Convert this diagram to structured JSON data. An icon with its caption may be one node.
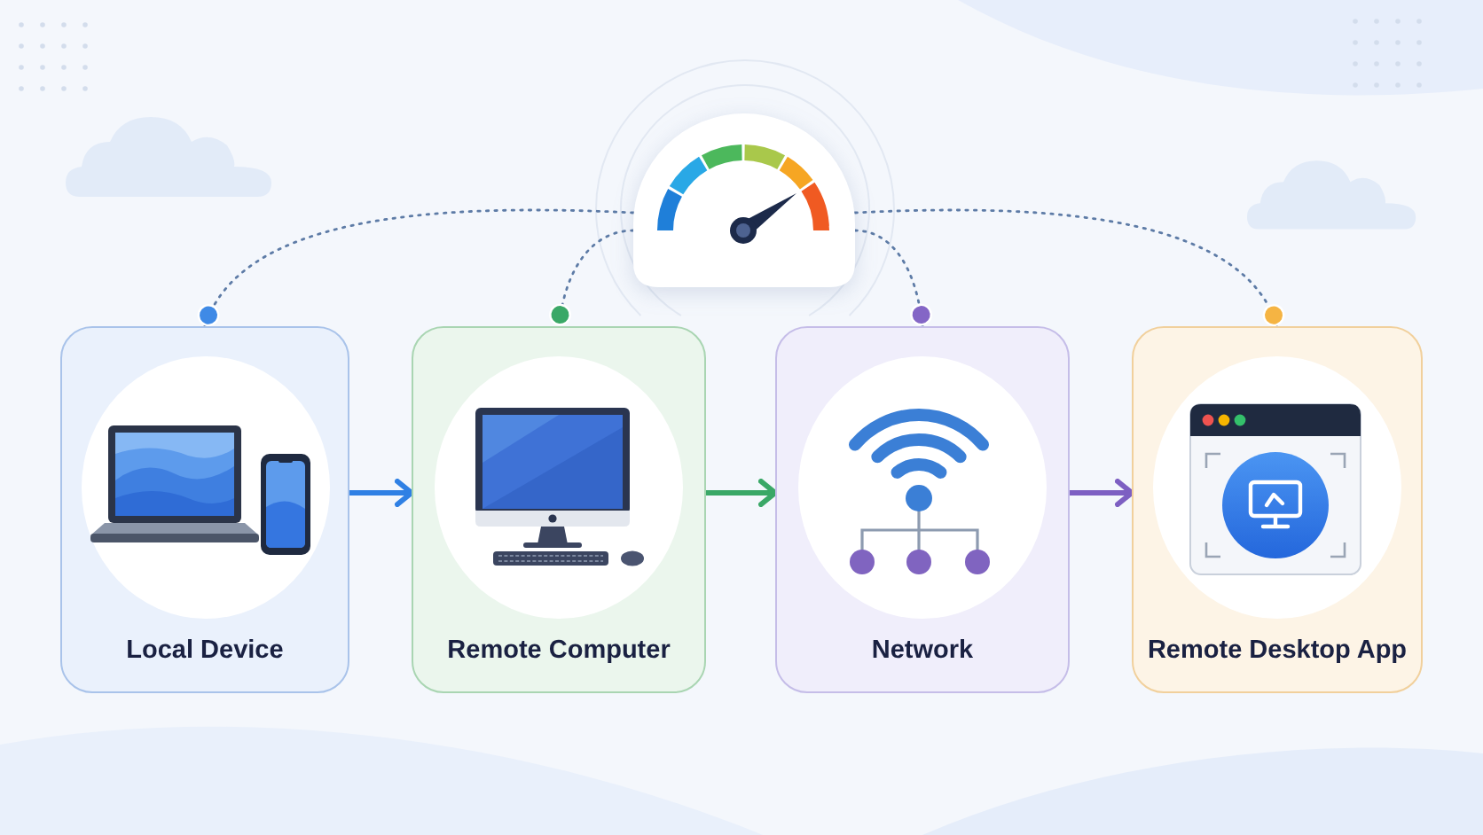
{
  "diagram": {
    "nodes": [
      {
        "text": [
          "Local Device"
        ]
      },
      {
        "text": [
          "Remote Computer"
        ]
      },
      {
        "text": [
          "Network"
        ]
      },
      {
        "text": [
          "Remote Desktop App"
        ]
      },
      {
        "text": [],
        "shape": "picture"
      }
    ],
    "edges": [
      {
        "from": 0,
        "to": 1,
        "arrow": "to",
        "style": "thick",
        "color": "#2f80e4"
      },
      {
        "from": 1,
        "to": 2,
        "arrow": "to",
        "style": "thick",
        "color": "#3aa867"
      },
      {
        "from": 2,
        "to": 3,
        "arrow": "to",
        "style": "thick",
        "color": "#7d5fc2"
      },
      {
        "from": 4,
        "to": 0,
        "arrow": "other",
        "style": "dashed"
      },
      {
        "from": 4,
        "to": 1,
        "arrow": "other",
        "style": "dashed"
      },
      {
        "from": 4,
        "to": 2,
        "arrow": "other",
        "style": "dashed"
      },
      {
        "from": 4,
        "to": 3,
        "arrow": "other",
        "style": "dashed"
      }
    ]
  }
}
